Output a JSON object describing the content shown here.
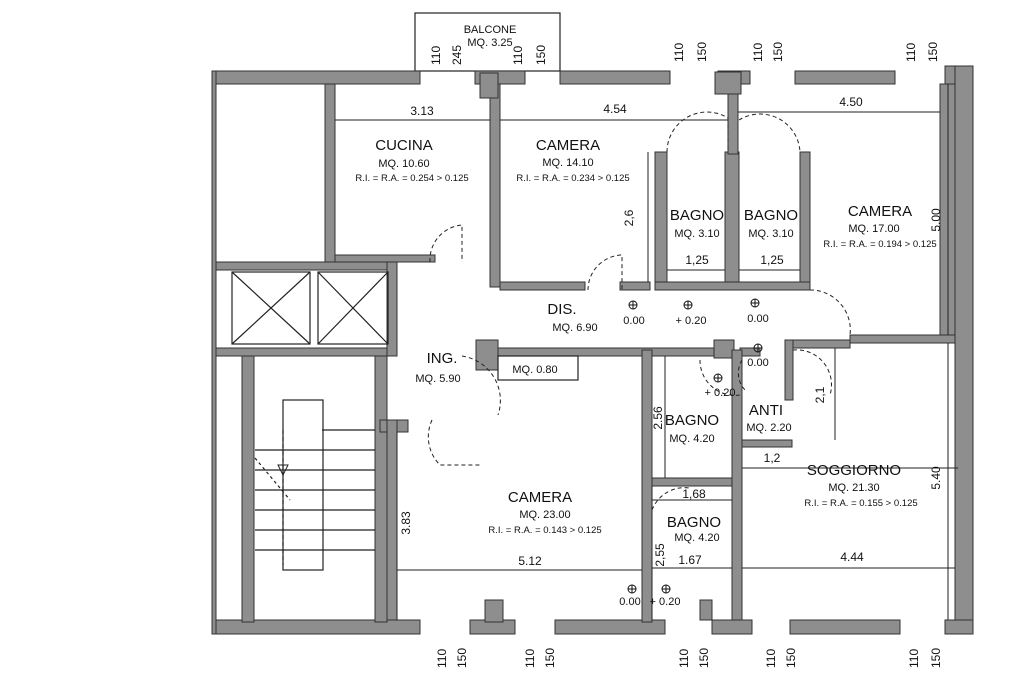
{
  "balcony": {
    "name": "BALCONE",
    "area": "MQ. 3.25"
  },
  "rooms": {
    "cucina": {
      "name": "CUCINA",
      "area": "MQ. 10.60",
      "ratio": "R.I. = R.A. = 0.254 > 0.125"
    },
    "camera1": {
      "name": "CAMERA",
      "area": "MQ. 14.10",
      "ratio": "R.I. = R.A. = 0.234 > 0.125"
    },
    "bagno1": {
      "name": "BAGNO",
      "area": "MQ. 3.10"
    },
    "bagno2": {
      "name": "BAGNO",
      "area": "MQ. 3.10"
    },
    "camera2": {
      "name": "CAMERA",
      "area": "MQ. 17.00",
      "ratio": "R.I. = R.A. = 0.194 > 0.125"
    },
    "dis": {
      "name": "DIS.",
      "area": "MQ. 6.90"
    },
    "ing": {
      "name": "ING.",
      "area": "MQ. 5.90"
    },
    "closet": {
      "area": "MQ. 0.80"
    },
    "bagno3": {
      "name": "BAGNO",
      "area": "MQ. 4.20"
    },
    "anti": {
      "name": "ANTI",
      "area": "MQ. 2.20"
    },
    "soggiorno": {
      "name": "SOGGIORNO",
      "area": "MQ. 21.30",
      "ratio": "R.I. = R.A. = 0.155 > 0.125"
    },
    "camera3": {
      "name": "CAMERA",
      "area": "MQ. 23.00",
      "ratio": "R.I. = R.A. = 0.143 > 0.125"
    },
    "bagno4": {
      "name": "BAGNO",
      "area": "MQ. 4.20"
    }
  },
  "dimensions": {
    "cucina_w": "3.13",
    "camera1_w": "4.54",
    "camera2_w": "4.50",
    "camera2_h": "5.00",
    "camera1_h": "2,6",
    "bagno1_w": "1,25",
    "bagno2_w": "1,25",
    "bagno3_h": "2.56",
    "anti_h": "2,1",
    "anti_w": "1,2",
    "soggiorno_h": "5.40",
    "soggiorno_w": "4.44",
    "camera3_h": "3.83",
    "camera3_w": "5.12",
    "bagno4_top": "1,68",
    "bagno4_bottom": "1.67",
    "bagno4_h": "2,55"
  },
  "levels": {
    "dis_a": "0.00",
    "dis_b": "+ 0.20",
    "dis_c": "0.00",
    "anti_a": "0.00",
    "bagno3": "+ 0.20",
    "camera3_a": "0.00",
    "camera3_b": "+ 0.20"
  },
  "windows": {
    "sill": "110",
    "height": "150",
    "balcony_door": "245"
  }
}
